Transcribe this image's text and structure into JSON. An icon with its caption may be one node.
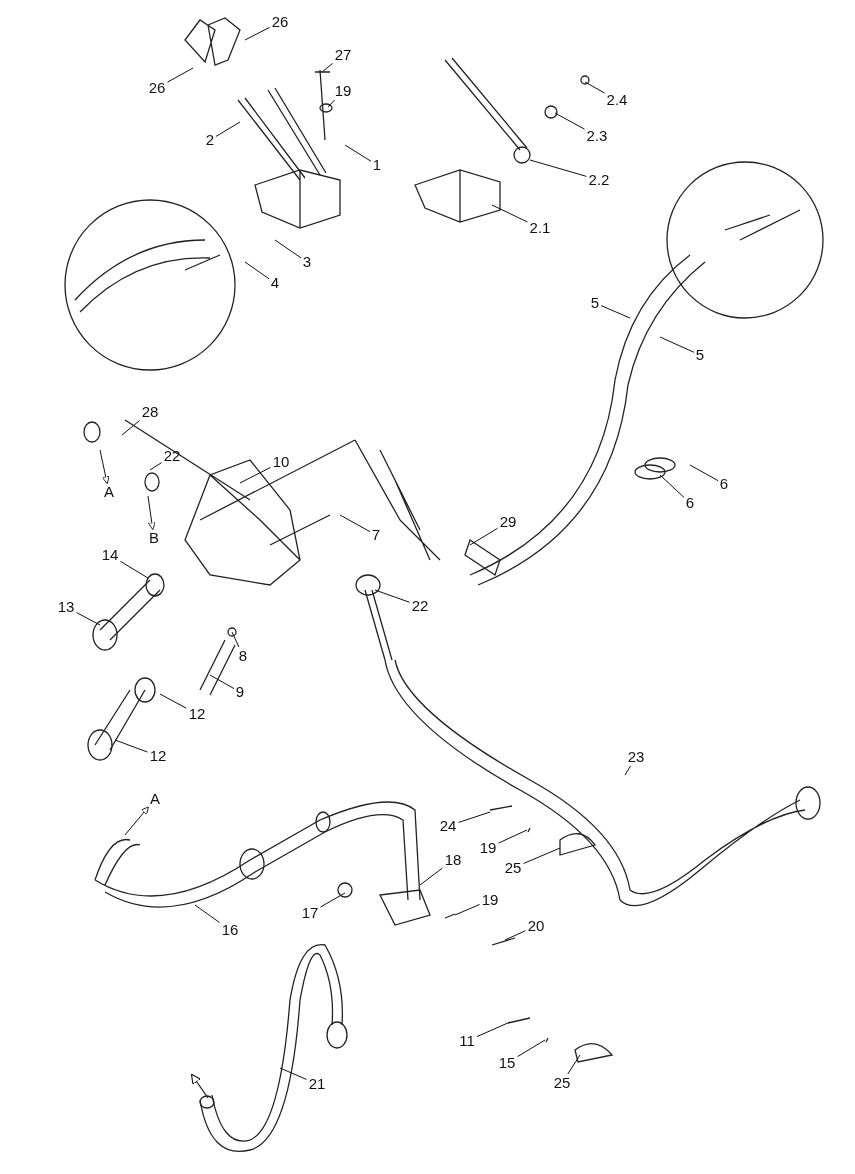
{
  "diagram": {
    "nodes": [
      {
        "text": [
          "26"
        ]
      },
      {
        "text": [
          "26"
        ]
      },
      {
        "text": [
          "27"
        ]
      },
      {
        "text": [
          "19"
        ]
      },
      {
        "text": [
          "2"
        ]
      },
      {
        "text": [
          "1"
        ]
      },
      {
        "text": [
          "2.4"
        ]
      },
      {
        "text": [
          "2.3"
        ]
      },
      {
        "text": [
          "2.2"
        ]
      },
      {
        "text": [
          "2.1"
        ]
      },
      {
        "text": [
          "3"
        ]
      },
      {
        "text": [
          "4"
        ]
      },
      {
        "text": [
          "5"
        ]
      },
      {
        "text": [
          "5"
        ]
      },
      {
        "text": [
          "28"
        ]
      },
      {
        "text": [
          "22"
        ]
      },
      {
        "text": [
          "10"
        ]
      },
      {
        "text": [
          "A"
        ]
      },
      {
        "text": [
          "B"
        ]
      },
      {
        "text": [
          "6"
        ]
      },
      {
        "text": [
          "6"
        ]
      },
      {
        "text": [
          "7"
        ]
      },
      {
        "text": [
          "29"
        ]
      },
      {
        "text": [
          "14"
        ]
      },
      {
        "text": [
          "13"
        ]
      },
      {
        "text": [
          "22"
        ]
      },
      {
        "text": [
          "8"
        ]
      },
      {
        "text": [
          "9"
        ]
      },
      {
        "text": [
          "12"
        ]
      },
      {
        "text": [
          "12"
        ]
      },
      {
        "text": [
          "23"
        ]
      },
      {
        "text": [
          "24"
        ]
      },
      {
        "text": [
          "19"
        ]
      },
      {
        "text": [
          "25"
        ]
      },
      {
        "text": [
          "A"
        ]
      },
      {
        "text": [
          "18"
        ]
      },
      {
        "text": [
          "17"
        ]
      },
      {
        "text": [
          "19"
        ]
      },
      {
        "text": [
          "20"
        ]
      },
      {
        "text": [
          "16"
        ]
      },
      {
        "text": [
          "11"
        ]
      },
      {
        "text": [
          "15"
        ]
      },
      {
        "text": [
          "25"
        ]
      },
      {
        "text": [
          "21"
        ]
      }
    ],
    "edges": [
      {
        "from": 0,
        "to": null,
        "arrow": "none"
      },
      {
        "from": 1,
        "to": null,
        "arrow": "none"
      },
      {
        "from": 2,
        "to": null,
        "arrow": "none"
      },
      {
        "from": 3,
        "to": null,
        "arrow": "none"
      },
      {
        "from": 4,
        "to": null,
        "arrow": "none"
      },
      {
        "from": 5,
        "to": null,
        "arrow": "none"
      },
      {
        "from": 6,
        "to": null,
        "arrow": "none"
      },
      {
        "from": 7,
        "to": null,
        "arrow": "none"
      },
      {
        "from": 8,
        "to": null,
        "arrow": "none"
      },
      {
        "from": 9,
        "to": null,
        "arrow": "none"
      },
      {
        "from": 10,
        "to": null,
        "arrow": "none"
      },
      {
        "from": 11,
        "to": null,
        "arrow": "none"
      },
      {
        "from": 12,
        "to": null,
        "arrow": "none"
      },
      {
        "from": 13,
        "to": null,
        "arrow": "none"
      },
      {
        "from": 14,
        "to": null,
        "arrow": "none"
      },
      {
        "from": 15,
        "to": null,
        "arrow": "none"
      },
      {
        "from": 16,
        "to": null,
        "arrow": "none"
      },
      {
        "from": null,
        "to": 17,
        "arrow": "to"
      },
      {
        "from": null,
        "to": 18,
        "arrow": "to"
      },
      {
        "from": 19,
        "to": null,
        "arrow": "none"
      },
      {
        "from": 20,
        "to": null,
        "arrow": "none"
      },
      {
        "from": 21,
        "to": null,
        "arrow": "none"
      },
      {
        "from": 22,
        "to": null,
        "arrow": "none"
      },
      {
        "from": 23,
        "to": null,
        "arrow": "none"
      },
      {
        "from": 24,
        "to": null,
        "arrow": "none"
      },
      {
        "from": 25,
        "to": null,
        "arrow": "none"
      },
      {
        "from": 26,
        "to": null,
        "arrow": "none"
      },
      {
        "from": 27,
        "to": null,
        "arrow": "none"
      },
      {
        "from": 28,
        "to": null,
        "arrow": "none"
      },
      {
        "from": 29,
        "to": null,
        "arrow": "none"
      },
      {
        "from": 30,
        "to": null,
        "arrow": "none"
      },
      {
        "from": 31,
        "to": null,
        "arrow": "none"
      },
      {
        "from": 32,
        "to": null,
        "arrow": "none"
      },
      {
        "from": 33,
        "to": null,
        "arrow": "none"
      },
      {
        "from": null,
        "to": 34,
        "arrow": "to"
      },
      {
        "from": 35,
        "to": null,
        "arrow": "none"
      },
      {
        "from": 36,
        "to": null,
        "arrow": "none"
      },
      {
        "from": 37,
        "to": null,
        "arrow": "none"
      },
      {
        "from": 38,
        "to": null,
        "arrow": "none"
      },
      {
        "from": 39,
        "to": null,
        "arrow": "none"
      },
      {
        "from": 40,
        "to": null,
        "arrow": "none"
      },
      {
        "from": 41,
        "to": null,
        "arrow": "none"
      },
      {
        "from": 42,
        "to": null,
        "arrow": "none"
      },
      {
        "from": 43,
        "to": null,
        "arrow": "none"
      }
    ]
  }
}
